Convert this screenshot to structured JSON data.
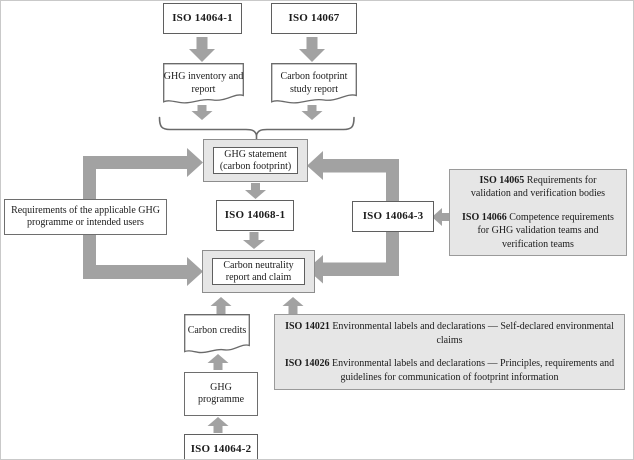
{
  "colors": {
    "arrow": "#a2a2a2",
    "border": "#6a6a6a",
    "panel_fill": "#e6e6e6",
    "text": "#1b1b1b"
  },
  "nodes": {
    "iso_14064_1": "ISO 14064-1",
    "iso_14067": "ISO 14067",
    "ghg_inventory_doc": "GHG inventory and report",
    "carbon_footprint_doc": "Carbon footprint study report",
    "ghg_statement": "GHG statement (carbon footprint)",
    "requirements": "Requirements of the applicable GHG programme or intended users",
    "iso_14068_1": "ISO 14068-1",
    "iso_14064_3": "ISO 14064-3",
    "carbon_neutrality": "Carbon neutrality report and claim",
    "carbon_credits": "Carbon credits",
    "ghg_programme": "GHG programme",
    "iso_14064_2": "ISO 14064-2"
  },
  "info_validation": {
    "items": [
      {
        "label": "ISO 14065",
        "text": "Requirements for validation and verification bodies"
      },
      {
        "label": "ISO 14066",
        "text": "Competence requirements for GHG validation teams and verification teams"
      }
    ]
  },
  "info_labels": {
    "items": [
      {
        "label": "ISO 14021",
        "text": "Environmental labels and declarations — Self-declared environmental claims"
      },
      {
        "label": "ISO 14026",
        "text": "Environmental labels and declarations — Principles, requirements and guidelines for communication of footprint information"
      }
    ]
  }
}
